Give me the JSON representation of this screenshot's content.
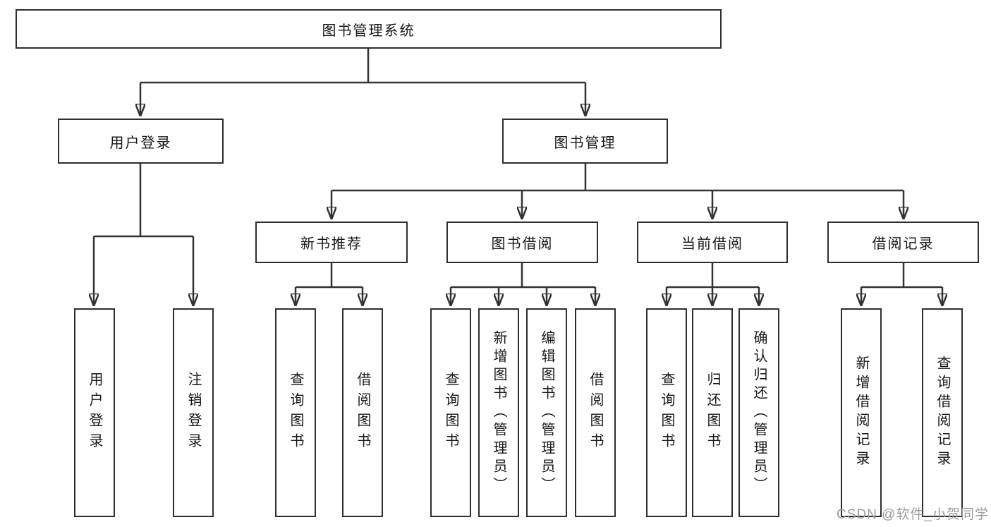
{
  "diagram": {
    "root": {
      "label": "图书管理系统"
    },
    "branches": [
      {
        "label": "用户登录",
        "children": [
          {
            "label": "用户登录"
          },
          {
            "label": "注销登录"
          }
        ]
      },
      {
        "label": "图书管理",
        "children": [
          {
            "label": "新书推荐",
            "children": [
              {
                "label": "查询图书"
              },
              {
                "label": "借阅图书"
              }
            ]
          },
          {
            "label": "图书借阅",
            "children": [
              {
                "label": "查询图书"
              },
              {
                "label": "新增图书（管理员）"
              },
              {
                "label": "编辑图书（管理员）"
              },
              {
                "label": "借阅图书"
              }
            ]
          },
          {
            "label": "当前借阅",
            "children": [
              {
                "label": "查询图书"
              },
              {
                "label": "归还图书"
              },
              {
                "label": "确认归还（管理员）"
              }
            ]
          },
          {
            "label": "借阅记录",
            "children": [
              {
                "label": "新增借阅记录"
              },
              {
                "label": "查询借阅记录"
              }
            ]
          }
        ]
      }
    ]
  },
  "watermark": "CSDN @软件_小贺同学",
  "colors": {
    "line": "#333333",
    "box_border": "#2e2e2e",
    "text": "#171717",
    "watermark": "#9c9c9c",
    "background": "#ffffff"
  }
}
